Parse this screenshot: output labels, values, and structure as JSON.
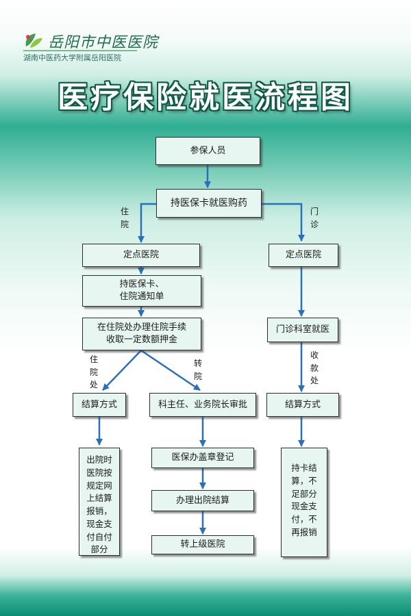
{
  "header": {
    "logo_name": "岳阳市中医医院",
    "logo_subtitle": "湖南中医药大学附属岳阳医院",
    "title": "医疗保险就医流程图"
  },
  "flow": {
    "insured": "参保人员",
    "card_purchase": "持医保卡就医购药",
    "inpatient_branch": "住\n院",
    "outpatient_branch": "门\n诊",
    "designated_hospital_inpatient": "定点医院",
    "designated_hospital_outpatient": "定点医院",
    "card_and_notice": "持医保卡、\n住院通知单",
    "admission_deposit": "在住院处办理住院手续\n收取一定数额押金",
    "inpatient_office_label": "住\n院\n处",
    "transfer_label": "转\n院",
    "settlement_inpatient": "结算方式",
    "director_approval": "科主任、业务院长审批",
    "outpatient_visit": "门诊科室就医",
    "cashier_label": "收\n款\n处",
    "settlement_outpatient": "结算方式",
    "discharge_online": "出院时\n医院按\n规定网\n上结算\n报销，\n现金支\n付自付\n部分",
    "insurance_registration": "医保办盖章登记",
    "discharge_settlement": "办理出院结算",
    "transfer_upper": "转上级医院",
    "card_settlement": "持卡结\n算，不\n足部分\n现金支\n付，不\n再报销"
  },
  "colors": {
    "arrow": "#2970b8",
    "box_fill": "#e7f6f1",
    "title_stroke": "#0f5a44",
    "brand_green": "#1f6e4a"
  }
}
